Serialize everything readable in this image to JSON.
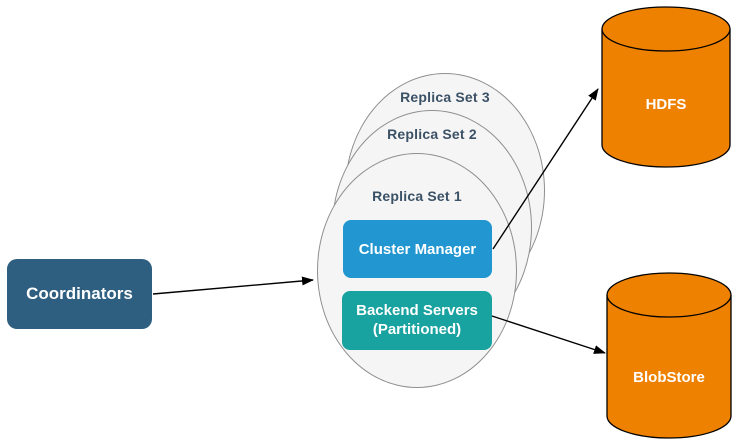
{
  "diagram": {
    "nodes": {
      "coordinators": {
        "label": "Coordinators",
        "fill": "#2E5F80",
        "text_color": "#FFFFFF"
      },
      "replica_sets": [
        {
          "label": "Replica Set 1"
        },
        {
          "label": "Replica Set 2"
        },
        {
          "label": "Replica Set 3"
        }
      ],
      "cluster_manager": {
        "label": "Cluster Manager",
        "fill": "#2196D1",
        "text_color": "#FFFFFF"
      },
      "backend_servers": {
        "label": "Backend Servers\n(Partitioned)",
        "fill": "#18A2A0",
        "text_color": "#FFFFFF"
      },
      "hdfs": {
        "label": "HDFS",
        "fill": "#EE8100",
        "stroke": "#000000",
        "text_color": "#FFFFFF"
      },
      "blobstore": {
        "label": "BlobStore",
        "fill": "#EE8100",
        "stroke": "#000000",
        "text_color": "#FFFFFF"
      }
    },
    "styles": {
      "replica_ellipse_fill": "#F5F5F5",
      "replica_ellipse_stroke": "#8F8F8F",
      "replica_label_color": "#3B5166",
      "arrow_color": "#000000",
      "background": "#FFFFFF"
    },
    "arrows": [
      {
        "from": "coordinators",
        "to": "replica-set-1"
      },
      {
        "from": "cluster-manager",
        "to": "hdfs"
      },
      {
        "from": "backend-servers",
        "to": "blobstore"
      }
    ]
  }
}
